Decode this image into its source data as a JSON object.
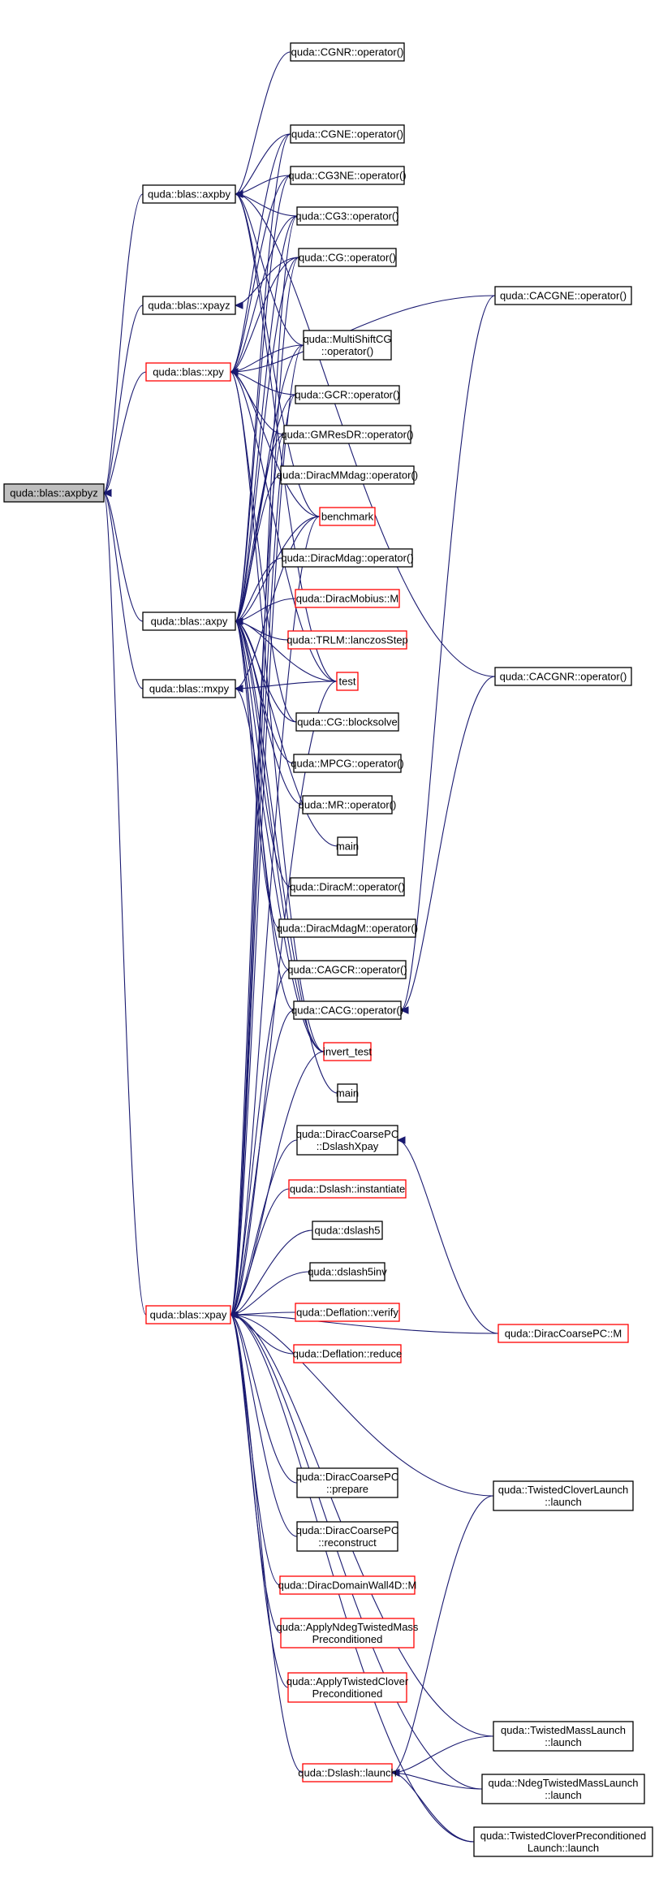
{
  "colors": {
    "edge": "#191970",
    "node_border": "#000000",
    "node_border_highlight": "#ff0000",
    "root_fill": "#bfbfbf",
    "node_fill": "#ffffff"
  },
  "nodes": [
    {
      "id": "axpbyz",
      "lines": [
        "quda::blas::axpbyz"
      ],
      "style": "grey"
    },
    {
      "id": "axpby",
      "lines": [
        "quda::blas::axpby"
      ],
      "style": "normal"
    },
    {
      "id": "xpayz",
      "lines": [
        "quda::blas::xpayz"
      ],
      "style": "normal"
    },
    {
      "id": "xpy",
      "lines": [
        "quda::blas::xpy"
      ],
      "style": "red"
    },
    {
      "id": "axpy",
      "lines": [
        "quda::blas::axpy"
      ],
      "style": "normal"
    },
    {
      "id": "mxpy",
      "lines": [
        "quda::blas::mxpy"
      ],
      "style": "normal"
    },
    {
      "id": "xpay",
      "lines": [
        "quda::blas::xpay"
      ],
      "style": "red"
    },
    {
      "id": "cgnr",
      "lines": [
        "quda::CGNR::operator()"
      ],
      "style": "normal"
    },
    {
      "id": "cgne",
      "lines": [
        "quda::CGNE::operator()"
      ],
      "style": "normal"
    },
    {
      "id": "cg3ne",
      "lines": [
        "quda::CG3NE::operator()"
      ],
      "style": "normal"
    },
    {
      "id": "cg3",
      "lines": [
        "quda::CG3::operator()"
      ],
      "style": "normal"
    },
    {
      "id": "cg",
      "lines": [
        "quda::CG::operator()"
      ],
      "style": "normal"
    },
    {
      "id": "multishift",
      "lines": [
        "quda::MultiShiftCG",
        "::operator()"
      ],
      "style": "normal"
    },
    {
      "id": "gcr",
      "lines": [
        "quda::GCR::operator()"
      ],
      "style": "normal"
    },
    {
      "id": "gmresdr",
      "lines": [
        "quda::GMResDR::operator()"
      ],
      "style": "normal"
    },
    {
      "id": "diracmmdag",
      "lines": [
        "quda::DiracMMdag::operator()"
      ],
      "style": "normal"
    },
    {
      "id": "benchmark",
      "lines": [
        "benchmark"
      ],
      "style": "red"
    },
    {
      "id": "diracmdag",
      "lines": [
        "quda::DiracMdag::operator()"
      ],
      "style": "normal"
    },
    {
      "id": "diracmobius",
      "lines": [
        "quda::DiracMobius::M"
      ],
      "style": "red"
    },
    {
      "id": "trlm",
      "lines": [
        "quda::TRLM::lanczosStep"
      ],
      "style": "red"
    },
    {
      "id": "test",
      "lines": [
        "test"
      ],
      "style": "red"
    },
    {
      "id": "cgblock",
      "lines": [
        "quda::CG::blocksolve"
      ],
      "style": "normal"
    },
    {
      "id": "mpcg",
      "lines": [
        "quda::MPCG::operator()"
      ],
      "style": "normal"
    },
    {
      "id": "mr",
      "lines": [
        "quda::MR::operator()"
      ],
      "style": "normal"
    },
    {
      "id": "main1",
      "lines": [
        "main"
      ],
      "style": "normal"
    },
    {
      "id": "diracm",
      "lines": [
        "quda::DiracM::operator()"
      ],
      "style": "normal"
    },
    {
      "id": "diracmdagm",
      "lines": [
        "quda::DiracMdagM::operator()"
      ],
      "style": "normal"
    },
    {
      "id": "cagcr",
      "lines": [
        "quda::CAGCR::operator()"
      ],
      "style": "normal"
    },
    {
      "id": "cacg",
      "lines": [
        "quda::CACG::operator()"
      ],
      "style": "normal"
    },
    {
      "id": "invert",
      "lines": [
        "invert_test"
      ],
      "style": "red"
    },
    {
      "id": "main2",
      "lines": [
        "main"
      ],
      "style": "normal"
    },
    {
      "id": "dcpcdx",
      "lines": [
        "quda::DiracCoarsePC",
        "::DslashXpay"
      ],
      "style": "normal"
    },
    {
      "id": "dslinst",
      "lines": [
        "quda::Dslash::instantiate"
      ],
      "style": "red"
    },
    {
      "id": "dslash5",
      "lines": [
        "quda::dslash5"
      ],
      "style": "normal"
    },
    {
      "id": "dslash5inv",
      "lines": [
        "quda::dslash5inv"
      ],
      "style": "normal"
    },
    {
      "id": "deflverify",
      "lines": [
        "quda::Deflation::verify"
      ],
      "style": "red"
    },
    {
      "id": "deflreduce",
      "lines": [
        "quda::Deflation::reduce"
      ],
      "style": "red"
    },
    {
      "id": "dcpcprep",
      "lines": [
        "quda::DiracCoarsePC",
        "::prepare"
      ],
      "style": "normal"
    },
    {
      "id": "dcpcrec",
      "lines": [
        "quda::DiracCoarsePC",
        "::reconstruct"
      ],
      "style": "normal"
    },
    {
      "id": "ddw4d",
      "lines": [
        "quda::DiracDomainWall4D::M"
      ],
      "style": "red"
    },
    {
      "id": "andtm",
      "lines": [
        "quda::ApplyNdegTwistedMass",
        "Preconditioned"
      ],
      "style": "red"
    },
    {
      "id": "atcp",
      "lines": [
        "quda::ApplyTwistedClover",
        "Preconditioned"
      ],
      "style": "red"
    },
    {
      "id": "dslaunch",
      "lines": [
        "quda::Dslash::launch"
      ],
      "style": "red"
    },
    {
      "id": "cacgne",
      "lines": [
        "quda::CACGNE::operator()"
      ],
      "style": "normal"
    },
    {
      "id": "cacgnr",
      "lines": [
        "quda::CACGNR::operator()"
      ],
      "style": "normal"
    },
    {
      "id": "dcpcm",
      "lines": [
        "quda::DiracCoarsePC::M"
      ],
      "style": "red"
    },
    {
      "id": "tclaunch",
      "lines": [
        "quda::TwistedCloverLaunch",
        "::launch"
      ],
      "style": "normal"
    },
    {
      "id": "tmlaunch",
      "lines": [
        "quda::TwistedMassLaunch",
        "::launch"
      ],
      "style": "normal"
    },
    {
      "id": "ndtmlaunch",
      "lines": [
        "quda::NdegTwistedMassLaunch",
        "::launch"
      ],
      "style": "normal"
    },
    {
      "id": "tcplaunch",
      "lines": [
        "quda::TwistedCloverPreconditioned",
        "Launch::launch"
      ],
      "style": "normal"
    }
  ],
  "edges": [
    [
      "axpby",
      "axpbyz"
    ],
    [
      "xpayz",
      "axpbyz"
    ],
    [
      "xpy",
      "axpbyz"
    ],
    [
      "axpy",
      "axpbyz"
    ],
    [
      "mxpy",
      "axpbyz"
    ],
    [
      "xpay",
      "axpbyz"
    ],
    [
      "cgnr",
      "axpby"
    ],
    [
      "cgne",
      "axpby"
    ],
    [
      "cg3ne",
      "axpby"
    ],
    [
      "cg3",
      "axpby"
    ],
    [
      "multishift",
      "axpby"
    ],
    [
      "benchmark",
      "axpby"
    ],
    [
      "test",
      "axpby"
    ],
    [
      "cacgnr",
      "axpby"
    ],
    [
      "cg",
      "xpayz"
    ],
    [
      "cgne",
      "xpy"
    ],
    [
      "cg3ne",
      "xpy"
    ],
    [
      "cg3",
      "xpy"
    ],
    [
      "cg",
      "xpy"
    ],
    [
      "cacgne",
      "xpy"
    ],
    [
      "multishift",
      "xpy"
    ],
    [
      "gcr",
      "xpy"
    ],
    [
      "gmresdr",
      "xpy"
    ],
    [
      "benchmark",
      "xpy"
    ],
    [
      "test",
      "xpy"
    ],
    [
      "cgblock",
      "xpy"
    ],
    [
      "invert",
      "xpy"
    ],
    [
      "cgne",
      "axpy"
    ],
    [
      "cg3ne",
      "axpy"
    ],
    [
      "cg3",
      "axpy"
    ],
    [
      "cg",
      "axpy"
    ],
    [
      "multishift",
      "axpy"
    ],
    [
      "gcr",
      "axpy"
    ],
    [
      "gmresdr",
      "axpy"
    ],
    [
      "diracmmdag",
      "axpy"
    ],
    [
      "benchmark",
      "axpy"
    ],
    [
      "diracmdag",
      "axpy"
    ],
    [
      "diracmobius",
      "axpy"
    ],
    [
      "trlm",
      "axpy"
    ],
    [
      "test",
      "axpy"
    ],
    [
      "cgblock",
      "axpy"
    ],
    [
      "mpcg",
      "axpy"
    ],
    [
      "mr",
      "axpy"
    ],
    [
      "main1",
      "axpy"
    ],
    [
      "diracm",
      "axpy"
    ],
    [
      "diracmdagm",
      "axpy"
    ],
    [
      "cagcr",
      "axpy"
    ],
    [
      "cacg",
      "axpy"
    ],
    [
      "invert",
      "axpy"
    ],
    [
      "main2",
      "axpy"
    ],
    [
      "benchmark",
      "mxpy"
    ],
    [
      "test",
      "mxpy"
    ],
    [
      "invert",
      "mxpy"
    ],
    [
      "cg3",
      "xpay"
    ],
    [
      "cg",
      "xpay"
    ],
    [
      "multishift",
      "xpay"
    ],
    [
      "gcr",
      "xpay"
    ],
    [
      "gmresdr",
      "xpay"
    ],
    [
      "benchmark",
      "xpay"
    ],
    [
      "test",
      "xpay"
    ],
    [
      "cagcr",
      "xpay"
    ],
    [
      "cacg",
      "xpay"
    ],
    [
      "invert",
      "xpay"
    ],
    [
      "dcpcdx",
      "xpay"
    ],
    [
      "dslinst",
      "xpay"
    ],
    [
      "dslash5",
      "xpay"
    ],
    [
      "dslash5inv",
      "xpay"
    ],
    [
      "deflverify",
      "xpay"
    ],
    [
      "deflreduce",
      "xpay"
    ],
    [
      "dcpcm",
      "xpay"
    ],
    [
      "tclaunch",
      "xpay"
    ],
    [
      "dcpcprep",
      "xpay"
    ],
    [
      "dcpcrec",
      "xpay"
    ],
    [
      "ddw4d",
      "xpay"
    ],
    [
      "andtm",
      "xpay"
    ],
    [
      "atcp",
      "xpay"
    ],
    [
      "tmlaunch",
      "xpay"
    ],
    [
      "dslaunch",
      "xpay"
    ],
    [
      "ndtmlaunch",
      "xpay"
    ],
    [
      "tcplaunch",
      "xpay"
    ],
    [
      "cacgne",
      "cacg"
    ],
    [
      "cacgnr",
      "cacg"
    ],
    [
      "dcpcm",
      "dcpcdx"
    ],
    [
      "tclaunch",
      "dslaunch"
    ],
    [
      "tmlaunch",
      "dslaunch"
    ],
    [
      "ndtmlaunch",
      "dslaunch"
    ],
    [
      "tcplaunch",
      "dslaunch"
    ]
  ]
}
